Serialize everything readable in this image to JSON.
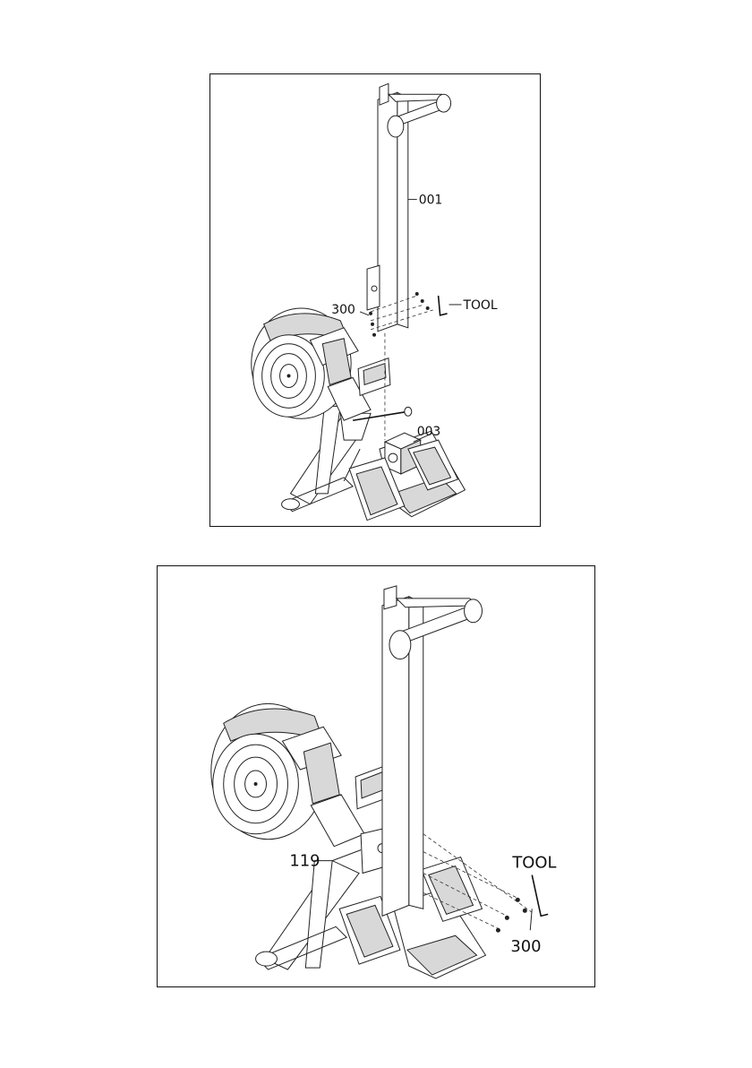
{
  "diagram": {
    "step_top": {
      "labels": {
        "upright": "001",
        "bolt": "300",
        "tool": "TOOL",
        "base": "003"
      }
    },
    "step_bottom": {
      "labels": {
        "bracket": "119",
        "tool": "TOOL",
        "bolt": "300"
      }
    }
  }
}
